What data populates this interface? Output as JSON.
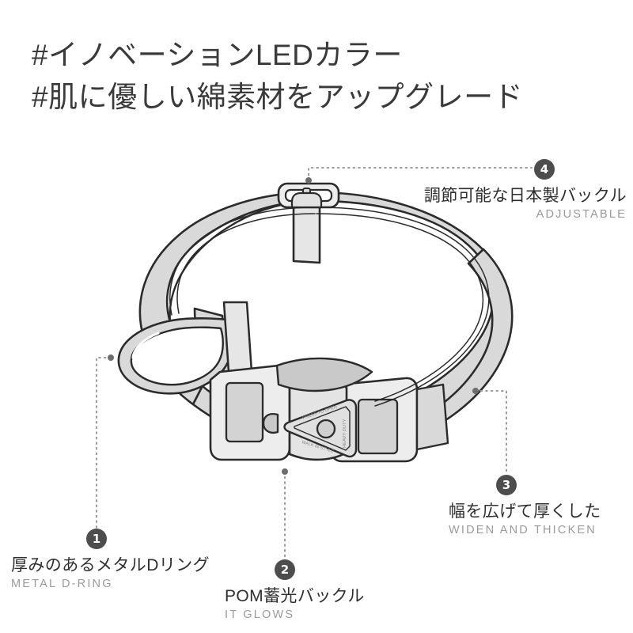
{
  "headline": {
    "line1": "#イノベーションLEDカラー",
    "line2": "#肌に優しい綿素材をアップグレード",
    "color": "#3a3a3a"
  },
  "product": {
    "name": "dog-collar",
    "description": "LED dog collar with side-release buckle, metal D-ring and adjustable slider",
    "colors": {
      "strap_fill": "#d9d9d9",
      "strap_highlight": "#ffffff",
      "buckle_fill": "#ededed",
      "buckle_shade": "#c9c9c9",
      "outline": "#2b2b2b"
    },
    "buckle_plate_text_top": "PRESS TO OPEN",
    "buckle_plate_text_bottom": "WALK IN STYLE",
    "buckle_plate_text_side": "HEAVY DUTY"
  },
  "callouts": [
    {
      "number": "1",
      "jp": "厚みのあるメタルDリング",
      "en": "METAL D-RING",
      "align": "left",
      "badge_color": "#4d4d4d"
    },
    {
      "number": "2",
      "jp": "POM蓄光バックル",
      "en": "IT GLOWS",
      "align": "left",
      "badge_color": "#4d4d4d"
    },
    {
      "number": "3",
      "jp": "幅を広げて厚くした",
      "en": "WIDEN AND THICKEN",
      "align": "left",
      "badge_color": "#4d4d4d"
    },
    {
      "number": "4",
      "jp": "調節可能な日本製バックル",
      "en": "ADJUSTABLE",
      "align": "right",
      "badge_color": "#4d4d4d"
    }
  ],
  "leader_lines": {
    "style": "dotted",
    "color": "#9a9a9a"
  }
}
